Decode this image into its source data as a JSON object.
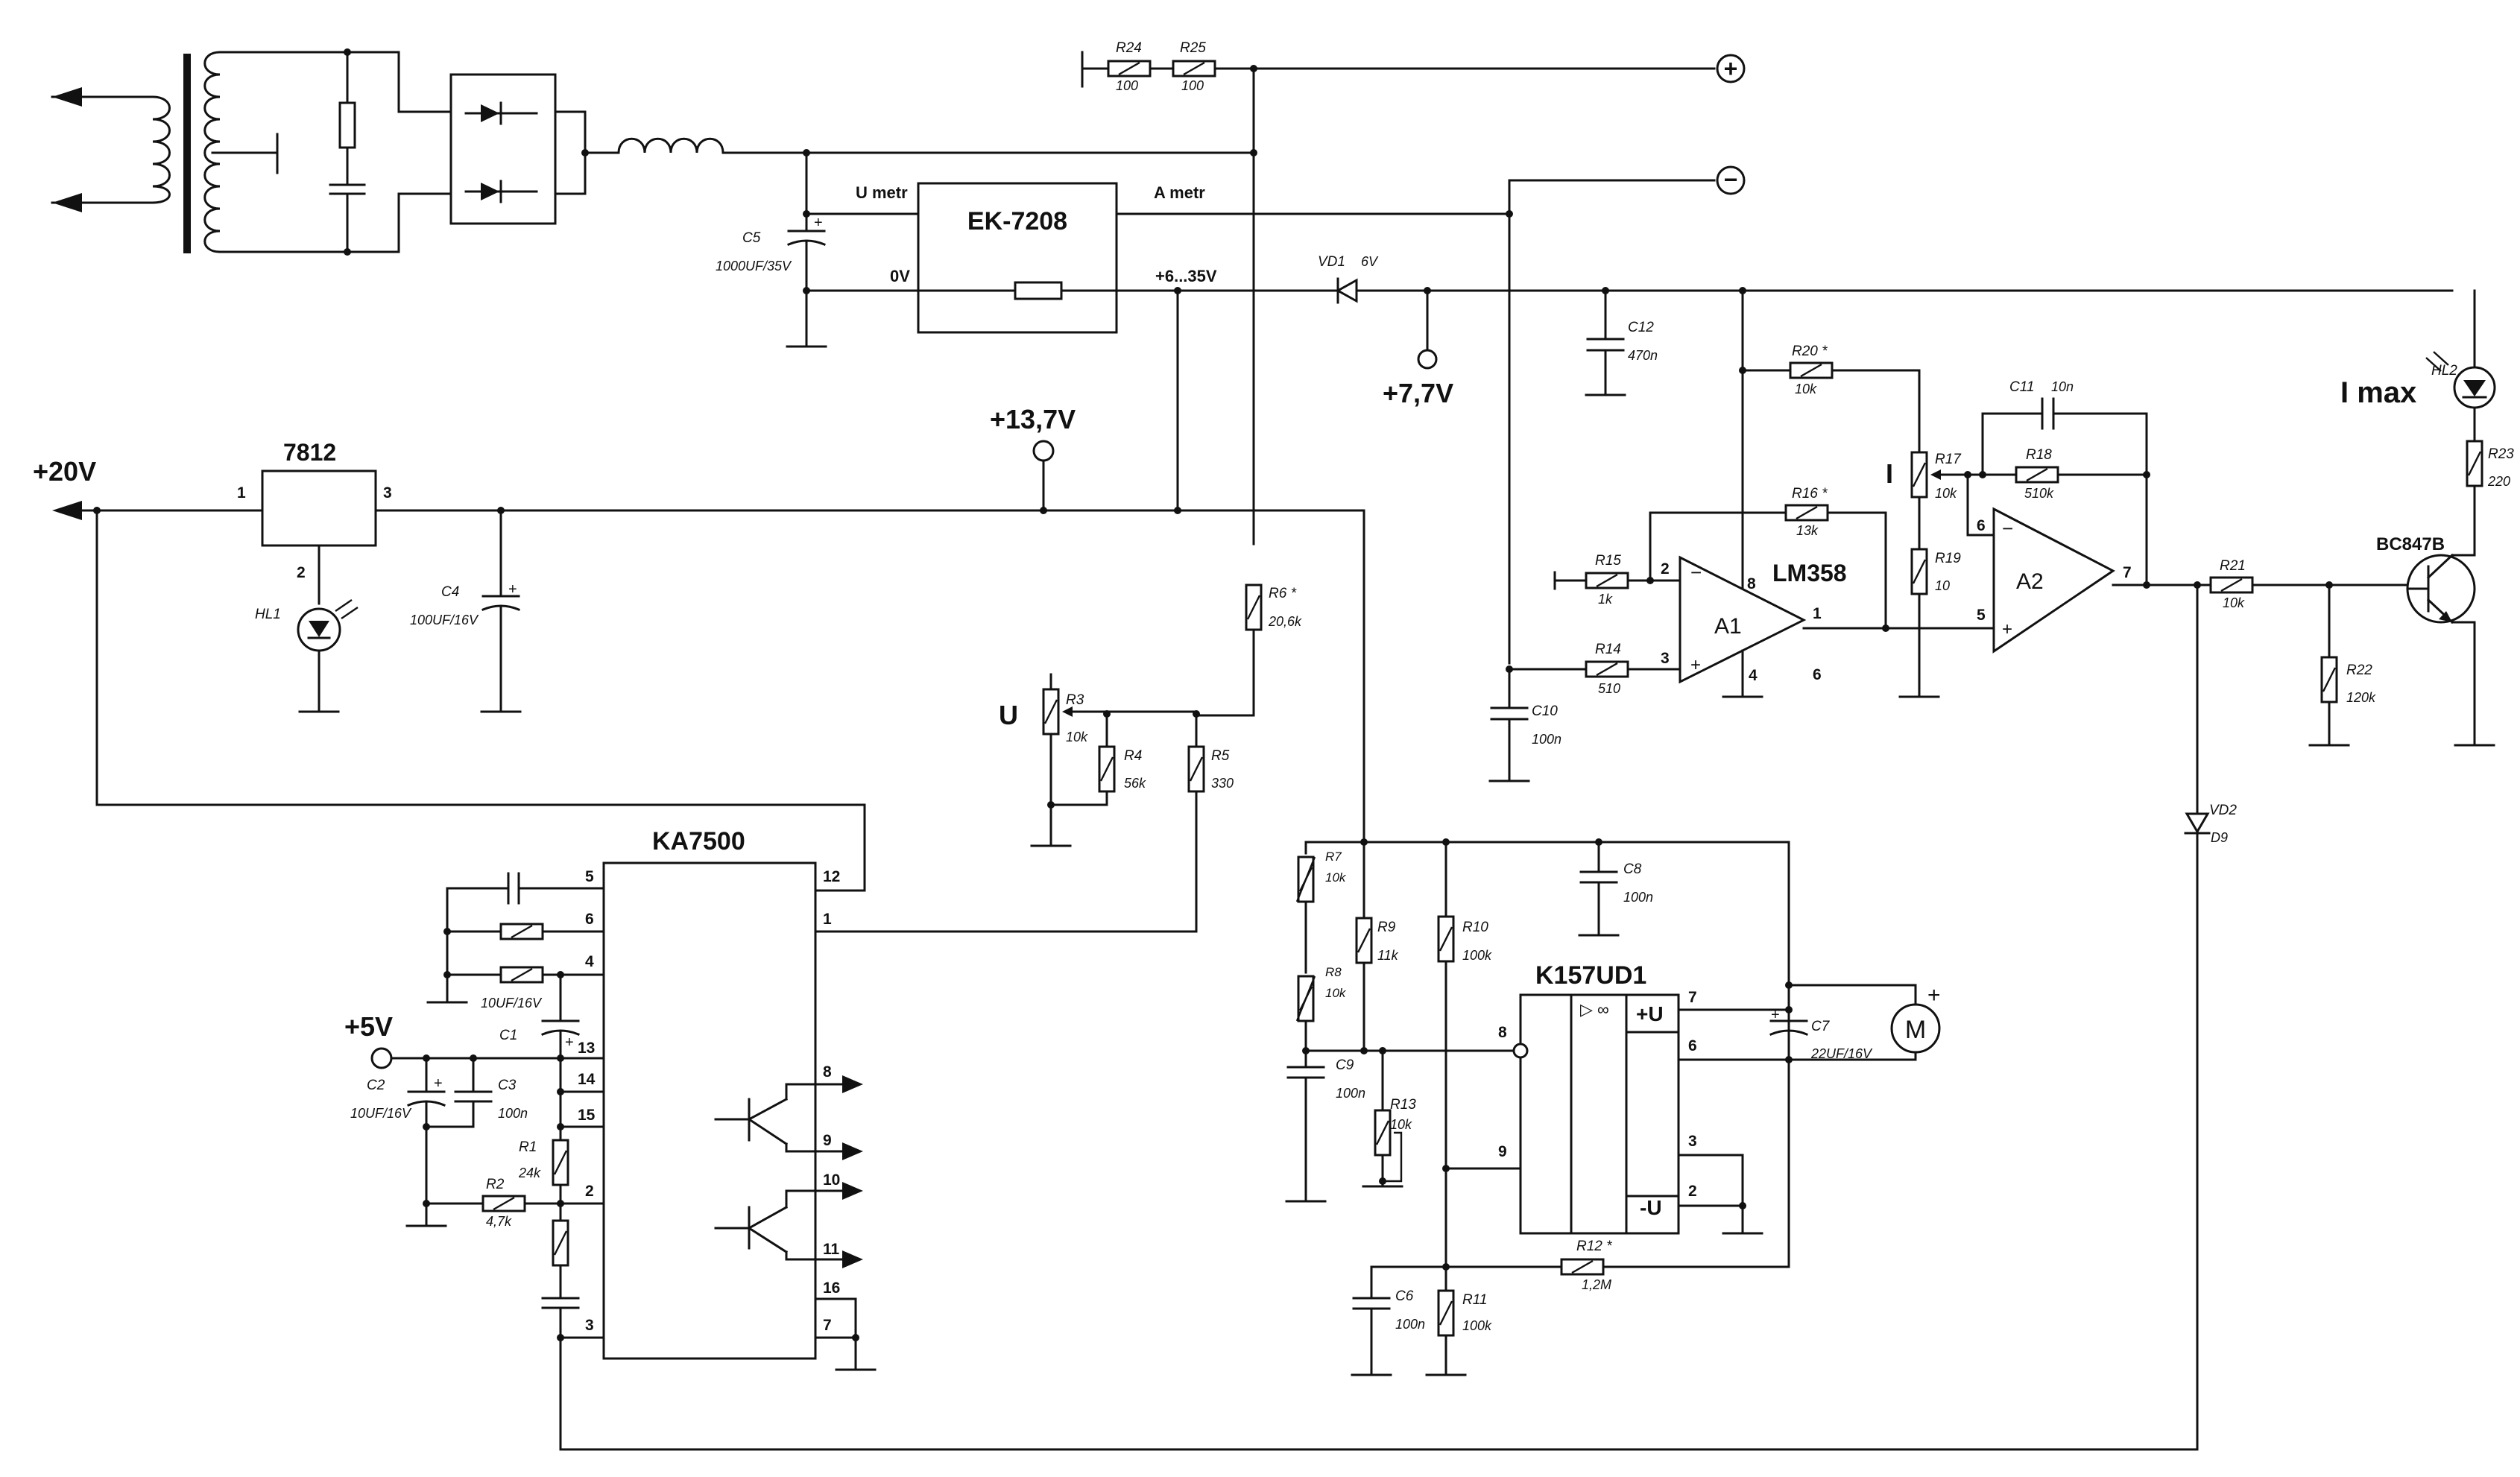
{
  "ics": {
    "ek7208": "EK-7208",
    "u7812": "7812",
    "ka7500": "KA7500",
    "lm358": "LM358",
    "k157": "K157UD1",
    "a1": "A1",
    "a2": "A2"
  },
  "terminals": {
    "plus": "+",
    "minus": "−",
    "umetr": "U metr",
    "ametr": "A metr",
    "zero_v": "0V",
    "vout_range": "+6...35V"
  },
  "voltages": {
    "v20": "+20V",
    "v13_7": "+13,7V",
    "v7_7": "+7,7V",
    "v5": "+5V"
  },
  "controls": {
    "u_pot": "U",
    "i_pot": "I",
    "imax": "I max"
  },
  "components": {
    "R24": {
      "ref": "R24",
      "val": "100"
    },
    "R25": {
      "ref": "R25",
      "val": "100"
    },
    "C5": {
      "ref": "C5",
      "val": "1000UF/35V"
    },
    "VD1": {
      "ref": "VD1",
      "val": "6V"
    },
    "C12": {
      "ref": "C12",
      "val": "470n"
    },
    "R20": {
      "ref": "R20 *",
      "val": "10k"
    },
    "C11": {
      "ref": "C11",
      "val": "10n"
    },
    "HL2": {
      "ref": "HL2"
    },
    "R23": {
      "ref": "R23",
      "val": "220"
    },
    "R17": {
      "ref": "R17",
      "val": "10k"
    },
    "R18": {
      "ref": "R18",
      "val": "510k"
    },
    "R16": {
      "ref": "R16 *",
      "val": "13k"
    },
    "R15": {
      "ref": "R15",
      "val": "1k"
    },
    "R19": {
      "ref": "R19",
      "val": "10"
    },
    "R14": {
      "ref": "R14",
      "val": "510"
    },
    "R21": {
      "ref": "R21",
      "val": "10k"
    },
    "Q1": {
      "ref": "BC847B"
    },
    "R22": {
      "ref": "R22",
      "val": "120k"
    },
    "C10": {
      "ref": "C10",
      "val": "100n"
    },
    "R6": {
      "ref": "R6 *",
      "val": "20,6k"
    },
    "HL1": {
      "ref": "HL1"
    },
    "C4": {
      "ref": "C4",
      "val": "100UF/16V"
    },
    "R3": {
      "ref": "R3",
      "val": "10k"
    },
    "R4": {
      "ref": "R4",
      "val": "56k"
    },
    "R5": {
      "ref": "R5",
      "val": "330"
    },
    "VD2": {
      "ref": "VD2",
      "val": "D9"
    },
    "R7": {
      "ref": "R7",
      "val": "10k"
    },
    "R8": {
      "ref": "R8",
      "val": "10k"
    },
    "R9": {
      "ref": "R9",
      "val": "11k"
    },
    "R10": {
      "ref": "R10",
      "val": "100k"
    },
    "C8": {
      "ref": "C8",
      "val": "100n"
    },
    "C7": {
      "ref": "C7",
      "val": "22UF/16V"
    },
    "C9": {
      "ref": "C9",
      "val": "100n"
    },
    "R13": {
      "ref": "R13",
      "val": "10k"
    },
    "R12": {
      "ref": "R12 *",
      "val": "1,2M"
    },
    "C6": {
      "ref": "C6",
      "val": "100n"
    },
    "R11": {
      "ref": "R11",
      "val": "100k"
    },
    "C1": {
      "ref": "C1",
      "val": "10UF/16V"
    },
    "C2": {
      "ref": "C2",
      "val": "10UF/16V"
    },
    "C3": {
      "ref": "C3",
      "val": "100n"
    },
    "R1": {
      "ref": "R1",
      "val": "24k"
    },
    "R2": {
      "ref": "R2",
      "val": "4,7k"
    }
  },
  "pins": {
    "ka_5": "5",
    "ka_6": "6",
    "ka_4": "4",
    "ka_13": "13",
    "ka_14": "14",
    "ka_15": "15",
    "ka_2": "2",
    "ka_3": "3",
    "ka_12": "12",
    "ka_1": "1",
    "ka_8": "8",
    "ka_9": "9",
    "ka_10": "10",
    "ka_11": "11",
    "ka_16": "16",
    "ka_7": "7",
    "u_1": "1",
    "u_2": "2",
    "u_3": "3",
    "a1_2": "2",
    "a1_3": "3",
    "a1_8": "8",
    "a1_4": "4",
    "a1_1": "1",
    "a1_6": "6",
    "a2_6": "6",
    "a2_5": "5",
    "a2_7": "7",
    "k_8": "8",
    "k_9": "9",
    "k_7": "7",
    "k_6": "6",
    "k_3": "3",
    "k_2": "2",
    "k_pu": "+U",
    "k_mu": "-U",
    "motor_plus": "+"
  }
}
